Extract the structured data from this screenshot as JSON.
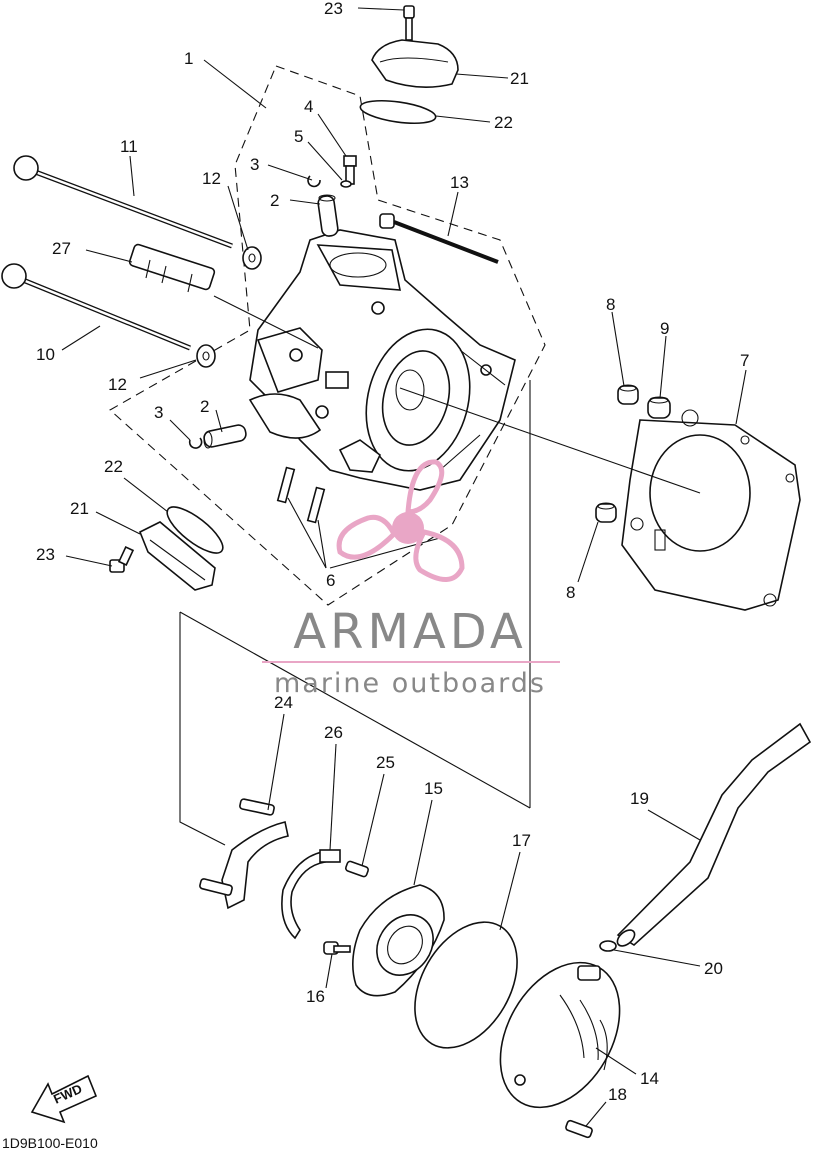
{
  "callouts": {
    "c1": "1",
    "c2a": "2",
    "c2b": "2",
    "c3a": "3",
    "c3b": "3",
    "c4": "4",
    "c5": "5",
    "c6": "6",
    "c7": "7",
    "c8a": "8",
    "c8b": "8",
    "c9": "9",
    "c10": "10",
    "c11": "11",
    "c12a": "12",
    "c12b": "12",
    "c13": "13",
    "c14": "14",
    "c15": "15",
    "c16": "16",
    "c17": "17",
    "c18": "18",
    "c19": "19",
    "c20": "20",
    "c21a": "21",
    "c21b": "21",
    "c22a": "22",
    "c22b": "22",
    "c23a": "23",
    "c23b": "23",
    "c24": "24",
    "c25": "25",
    "c26": "26",
    "c27": "27"
  },
  "watermark": {
    "brand": "ARMADA",
    "tagline": "marine outboards",
    "colors": {
      "logo": "#e9a6c6",
      "text": "#8a8a8a"
    }
  },
  "fwd_label": "FWD",
  "diagram_code": "1D9B100-E010"
}
